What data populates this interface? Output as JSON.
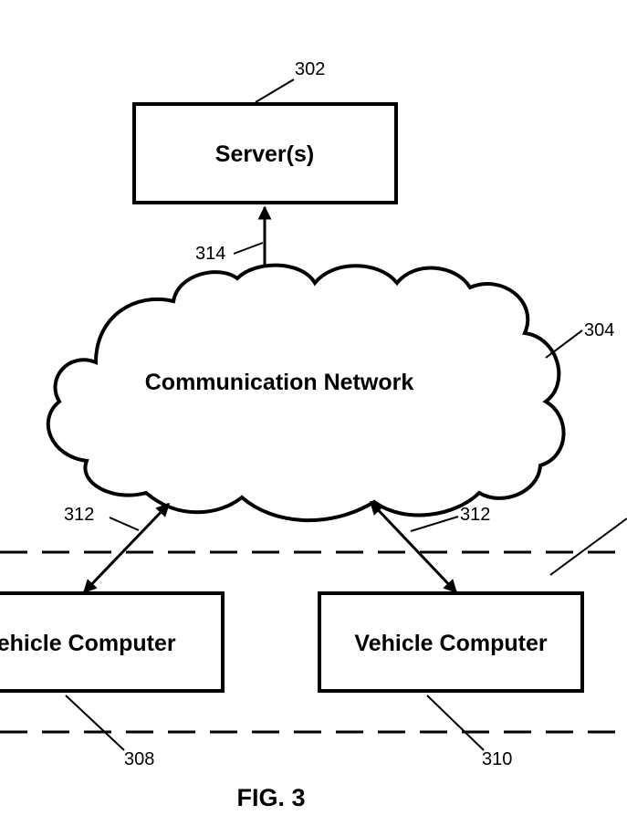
{
  "figure": {
    "caption": "FIG. 3"
  },
  "server": {
    "label": "Server(s)",
    "ref": "302"
  },
  "network": {
    "label": "Communication Network",
    "ref": "304"
  },
  "links": {
    "server_network_ref": "314",
    "vehicle_left_ref": "312",
    "vehicle_right_ref": "312"
  },
  "vehicles": [
    {
      "label": "Vehicle Computer",
      "ref": "308"
    },
    {
      "label": "Vehicle Computer",
      "ref": "310"
    }
  ],
  "colors": {
    "stroke": "#000000",
    "background": "#ffffff"
  }
}
